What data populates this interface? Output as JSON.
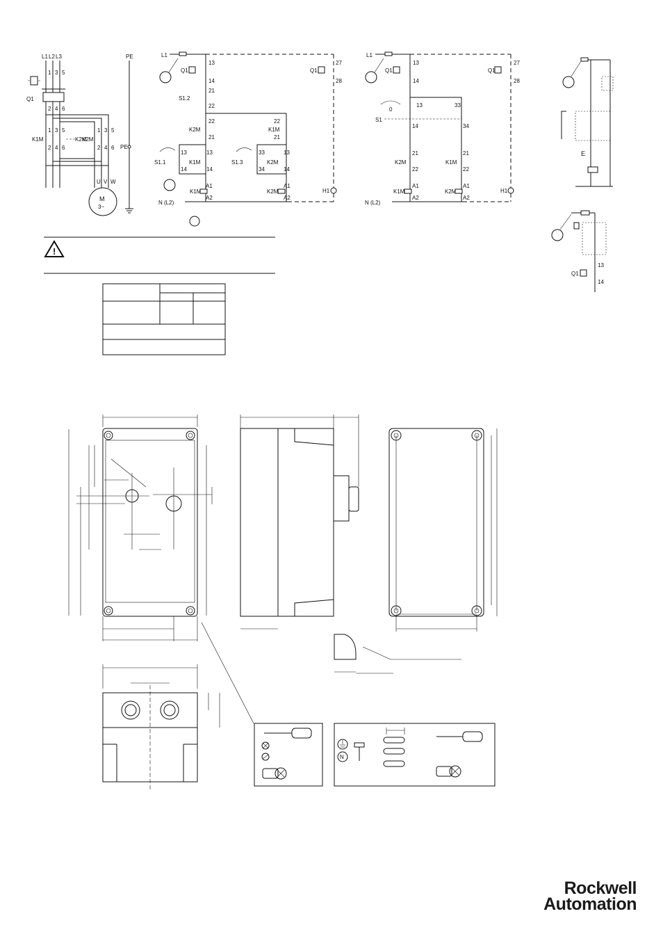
{
  "brand": {
    "line1": "Rockwell",
    "line2": "Automation"
  },
  "power_circuit": {
    "phases": [
      "L1",
      "L2",
      "L3"
    ],
    "pe": "PE",
    "terminals_top": [
      "1",
      "3",
      "5"
    ],
    "terminals_bottom": [
      "2",
      "4",
      "6"
    ],
    "q1": "Q1",
    "k1m": "K1M",
    "k2m": "K2M",
    "motor_uvw": [
      "U",
      "V",
      "W"
    ],
    "motor_label": "M",
    "motor_sub": "3~"
  },
  "control_circuit_a": {
    "l1": "L1",
    "n": "N (L2)",
    "q1": "Q1",
    "q1_terms": [
      "13",
      "14"
    ],
    "q1_aux": "Q1",
    "q1_aux_terms": [
      "27",
      "28"
    ],
    "s12": "S1.2",
    "s12_terms": [
      "21",
      "22"
    ],
    "k2m": "K2M",
    "k1m": "K1M",
    "nc_terms": [
      "22",
      "21"
    ],
    "s11": "S1.1",
    "s11_terms": [
      "13",
      "14"
    ],
    "s13": "S1.3",
    "s13_terms": [
      "33",
      "34"
    ],
    "no_terms": [
      "13",
      "14"
    ],
    "coil_terms": [
      "A1",
      "A2"
    ],
    "h1": "H1"
  },
  "control_circuit_b": {
    "l1": "L1",
    "n": "N (L2)",
    "q1": "Q1",
    "q1_terms": [
      "13",
      "14"
    ],
    "q1_aux": "Q1",
    "q1_aux_terms": [
      "27",
      "28"
    ],
    "s1": "S1",
    "s1_zero": "0",
    "s1_terms_left": [
      "13",
      "14"
    ],
    "s1_terms_right": [
      "33",
      "34"
    ],
    "k2m": "K2M",
    "k1m": "K1M",
    "nc_terms": [
      "21",
      "22"
    ],
    "coil_terms": [
      "A1",
      "A2"
    ],
    "h1": "H1"
  },
  "undervoltage_detail": {
    "q1": "Q1",
    "terms": [
      "13",
      "14"
    ]
  }
}
